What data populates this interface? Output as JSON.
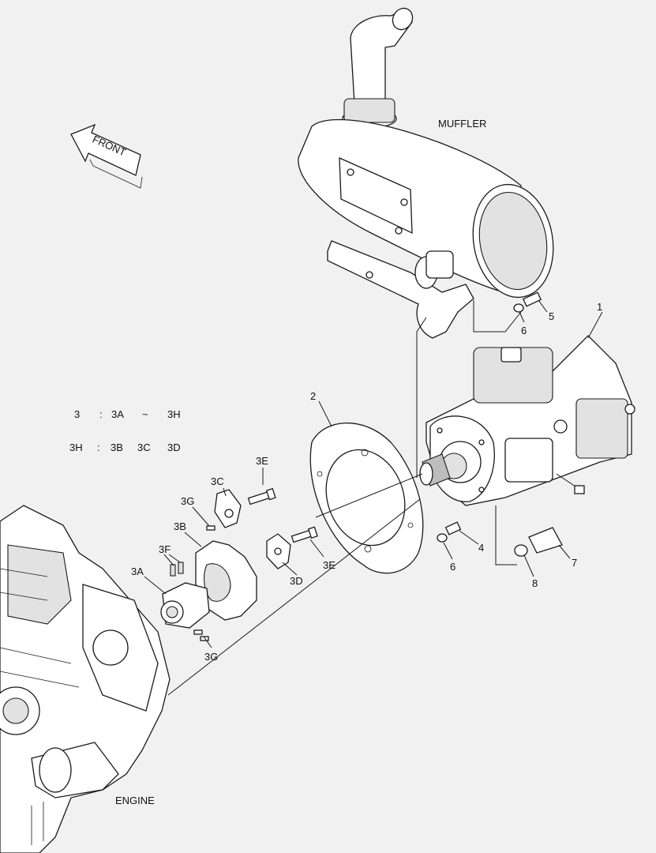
{
  "labels": {
    "front": "FRONT",
    "muffler": "MUFFLER",
    "engine": "ENGINE",
    "p1": "1",
    "p2": "2",
    "p3e_top": "3E",
    "p3c": "3C",
    "p3g_top": "3G",
    "p3b": "3B",
    "p3f": "3F",
    "p3a": "3A",
    "p3d": "3D",
    "p3e_bottom": "3E",
    "p3g_bottom": "3G",
    "p4": "4",
    "p5": "5",
    "p6_top": "6",
    "p6_bottom": "6",
    "p7": "7",
    "p8": "8"
  },
  "legend": {
    "row1": [
      "3",
      ":",
      "3A",
      "~",
      "3H"
    ],
    "row2": [
      "3H",
      ":",
      "3B",
      "3C",
      "3D"
    ]
  }
}
